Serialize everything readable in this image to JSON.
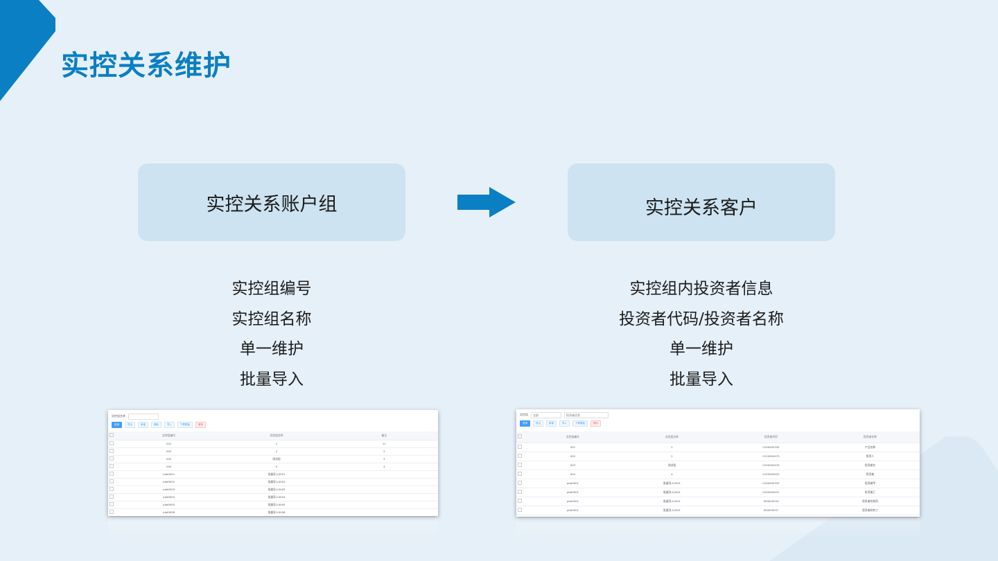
{
  "title": "实控关系维护",
  "colors": {
    "accent": "#0b7fc3",
    "box_bg": "#cde3f1",
    "background": "#e6f0f8"
  },
  "left_box": {
    "label": "实控关系账户组"
  },
  "right_box": {
    "label": "实控关系客户"
  },
  "arrow_icon": "right-arrow-icon",
  "left_features": [
    "实控组编号",
    "实控组名称",
    "单一维护",
    "批量导入"
  ],
  "right_features": [
    "实控组内投资者信息",
    "投资者代码/投资者名称",
    "单一维护",
    "批量导入"
  ],
  "left_shot": {
    "filter_label": "实控组名称",
    "buttons": [
      "查询",
      "导出",
      "新增",
      "删除",
      "导入",
      "下载模板",
      "撤销"
    ],
    "columns": [
      "实控组编号",
      "实控组名称",
      "备注"
    ],
    "rows": [
      [
        "001",
        "1",
        "11"
      ],
      [
        "002",
        "2",
        "2"
      ],
      [
        "003",
        "测试组",
        "3"
      ],
      [
        "004",
        "4",
        "4"
      ],
      [
        "plat0001",
        "批量导入0001",
        ""
      ],
      [
        "plat0002",
        "批量导入0002",
        ""
      ],
      [
        "plat0003",
        "批量导入0003",
        ""
      ],
      [
        "plat0004",
        "批量导入0004",
        ""
      ],
      [
        "plat0005",
        "批量导入0005",
        ""
      ],
      [
        "plat0006",
        "批量导入0006",
        ""
      ]
    ]
  },
  "right_shot": {
    "filter_label": "实控组",
    "filter_value": "全部",
    "filter2_value": "投资者信息",
    "buttons": [
      "查询",
      "导出",
      "新增",
      "导入",
      "下载模板",
      "删除"
    ],
    "columns": [
      "实控组编号",
      "实控组名称",
      "投资者代码",
      "投资者名称"
    ],
    "rows": [
      [
        "001",
        "1",
        "0100000334",
        "产品名称"
      ],
      [
        "002",
        "2",
        "0110000473",
        "投资人"
      ],
      [
        "003",
        "测试组",
        "0100000479",
        "投资者名"
      ],
      [
        "004",
        "4",
        "0120000423",
        "投资者"
      ],
      [
        "plat0001",
        "批量导入0001",
        "0100000333",
        "投资者甲"
      ],
      [
        "plat0001",
        "批量导入0001",
        "0100000431",
        "投资者乙"
      ],
      [
        "plat0001",
        "批量导入0001",
        "000000034",
        "投资者机构丙"
      ],
      [
        "plat0001",
        "批量导入0001",
        "000000037",
        "投资者机构丁"
      ]
    ]
  }
}
